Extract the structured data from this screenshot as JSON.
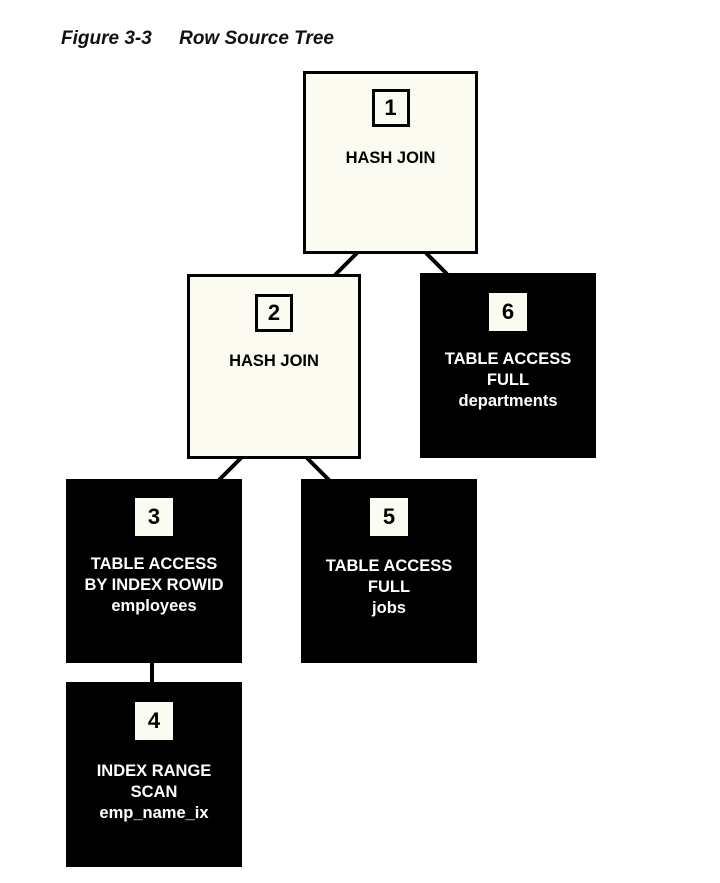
{
  "figure": {
    "label": "Figure 3-3",
    "title": "Row Source Tree"
  },
  "nodes": [
    {
      "id": "1",
      "lines": [
        "HASH JOIN"
      ],
      "style": "light"
    },
    {
      "id": "2",
      "lines": [
        "HASH JOIN"
      ],
      "style": "light"
    },
    {
      "id": "3",
      "lines": [
        "TABLE ACCESS",
        "BY INDEX ROWID",
        "employees"
      ],
      "style": "dark"
    },
    {
      "id": "4",
      "lines": [
        "INDEX RANGE",
        "SCAN",
        "emp_name_ix"
      ],
      "style": "dark"
    },
    {
      "id": "5",
      "lines": [
        "TABLE ACCESS",
        "FULL",
        "jobs"
      ],
      "style": "dark"
    },
    {
      "id": "6",
      "lines": [
        "TABLE ACCESS",
        "FULL",
        "departments"
      ],
      "style": "dark"
    }
  ],
  "edges": [
    {
      "from": "1",
      "to": "2"
    },
    {
      "from": "1",
      "to": "6"
    },
    {
      "from": "2",
      "to": "3"
    },
    {
      "from": "2",
      "to": "5"
    },
    {
      "from": "3",
      "to": "4"
    }
  ],
  "colors": {
    "light_fill": "#fcfbf1",
    "dark_fill": "#000000",
    "line": "#000000"
  }
}
